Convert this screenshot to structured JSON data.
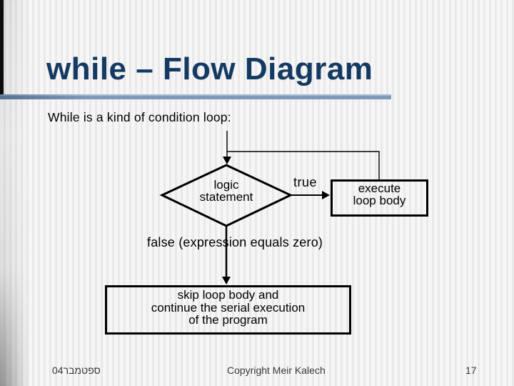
{
  "title": "while – Flow Diagram",
  "subtitle": "While is a kind of condition loop:",
  "diagram": {
    "decision": {
      "line1": "logic",
      "line2": "statement"
    },
    "true_label": "true",
    "execute_box": {
      "line1": "execute",
      "line2": "loop body"
    },
    "false_label": "false (expression equals zero)",
    "skip_box": {
      "line1": "skip loop body and",
      "line2": "continue the serial execution",
      "line3": "of the program"
    }
  },
  "footer": {
    "date": "ספטמבר04",
    "copyright": "Copyright Meir Kalech",
    "page_number": "17"
  },
  "colors": {
    "title_navy": "#143a63",
    "rule_blue": "#7d9abc",
    "diagram_line": "#000000",
    "left_bar": "#0c0c0c",
    "background": "#f2f2f2"
  }
}
